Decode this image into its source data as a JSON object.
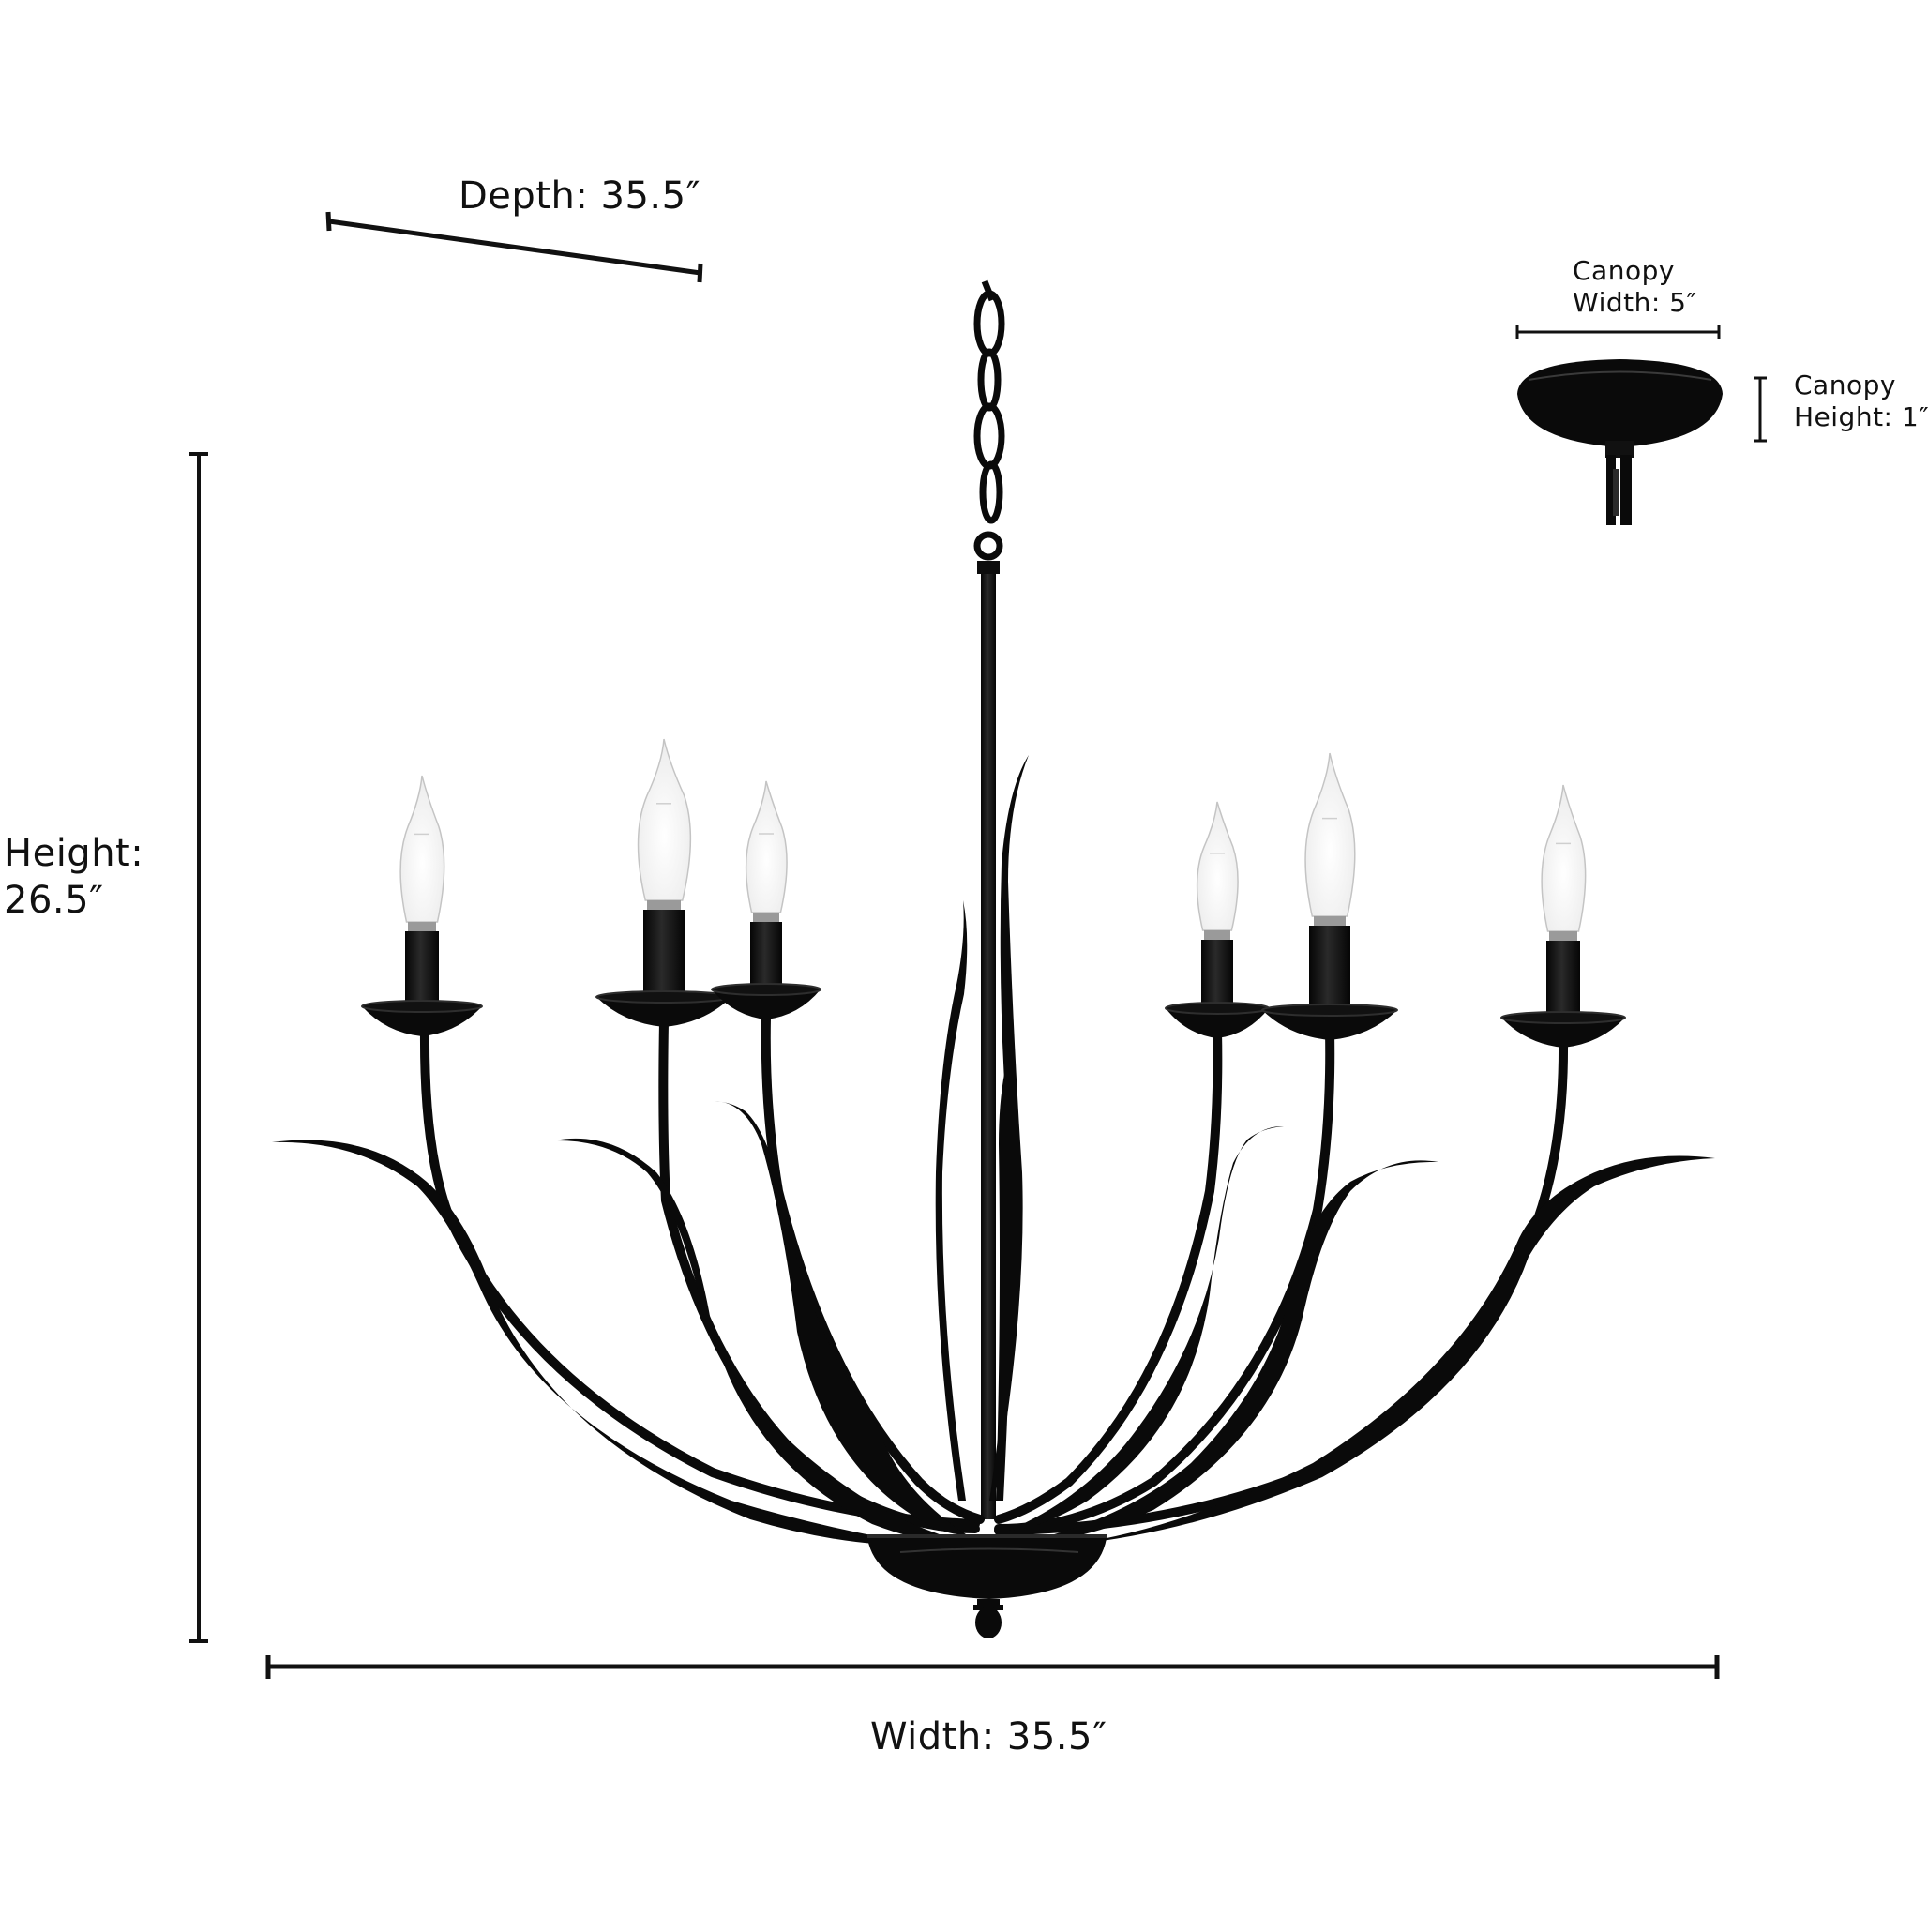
{
  "product": {
    "name": "6-light leaf chandelier",
    "finish_color": "#0d0d0d",
    "bulb_type": "flame-tip candelabra bulb",
    "bulb_count": 6
  },
  "dimensions": {
    "depth": {
      "label": "Depth: 35.5″",
      "value": 35.5,
      "unit": "in"
    },
    "height": {
      "label_line1": "Height:",
      "label_line2": "26.5″",
      "value": 26.5,
      "unit": "in"
    },
    "width": {
      "label": "Width: 35.5″",
      "value": 35.5,
      "unit": "in"
    },
    "canopy_width": {
      "label_line1": "Canopy",
      "label_line2": "Width: 5″",
      "value": 5,
      "unit": "in"
    },
    "canopy_height": {
      "label_line1": "Canopy",
      "label_line2": "Height: 1″",
      "value": 1,
      "unit": "in"
    }
  },
  "colors": {
    "background": "#ffffff",
    "lines": "#111111",
    "metal": "#0d0d0d",
    "metal_highlight": "#3a3a3a",
    "bulb_glass": "#f4f4f4",
    "bulb_outline": "#bdbdbd"
  }
}
